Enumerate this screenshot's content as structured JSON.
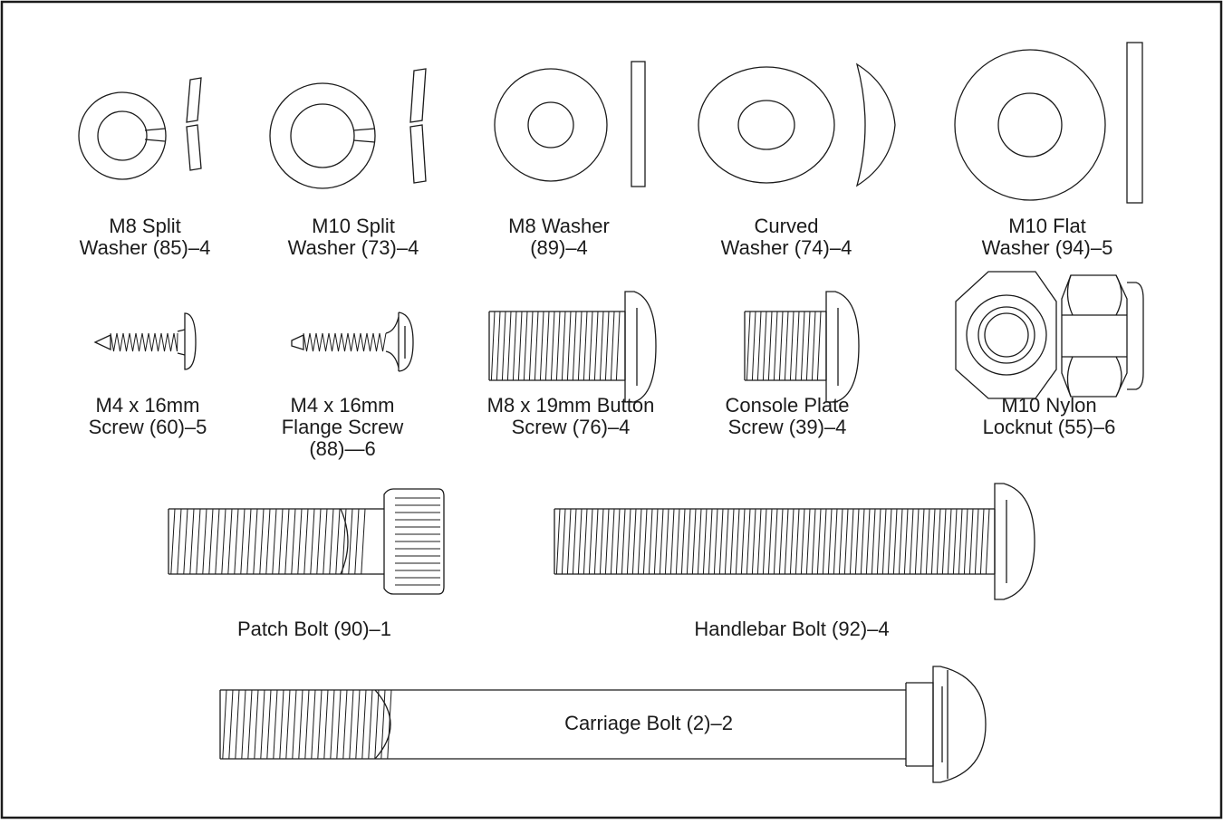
{
  "parts": [
    {
      "id": "m8-split-washer",
      "lines": [
        "M8 Split",
        "Washer (85)–4"
      ]
    },
    {
      "id": "m10-split-washer",
      "lines": [
        "M10 Split",
        "Washer (73)–4"
      ]
    },
    {
      "id": "m8-washer",
      "lines": [
        "M8 Washer",
        "(89)–4"
      ]
    },
    {
      "id": "curved-washer",
      "lines": [
        "Curved",
        "Washer (74)–4"
      ]
    },
    {
      "id": "m10-flat-washer",
      "lines": [
        "M10 Flat",
        "Washer (94)–5"
      ]
    },
    {
      "id": "m4-screw",
      "lines": [
        "M4 x 16mm",
        "Screw (60)–5"
      ]
    },
    {
      "id": "m4-flange-screw",
      "lines": [
        "M4 x 16mm",
        "Flange Screw",
        "(88)—6"
      ]
    },
    {
      "id": "m8-button-screw",
      "lines": [
        "M8 x 19mm Button",
        "Screw (76)–4"
      ]
    },
    {
      "id": "console-plate-screw",
      "lines": [
        "Console Plate",
        "Screw (39)–4"
      ]
    },
    {
      "id": "m10-nylon-locknut",
      "lines": [
        "M10 Nylon",
        "Locknut (55)–6"
      ]
    },
    {
      "id": "patch-bolt",
      "lines": [
        "Patch Bolt (90)–1"
      ]
    },
    {
      "id": "handlebar-bolt",
      "lines": [
        "Handlebar Bolt (92)–4"
      ]
    },
    {
      "id": "carriage-bolt",
      "lines": [
        "Carriage Bolt (2)–2"
      ]
    }
  ]
}
